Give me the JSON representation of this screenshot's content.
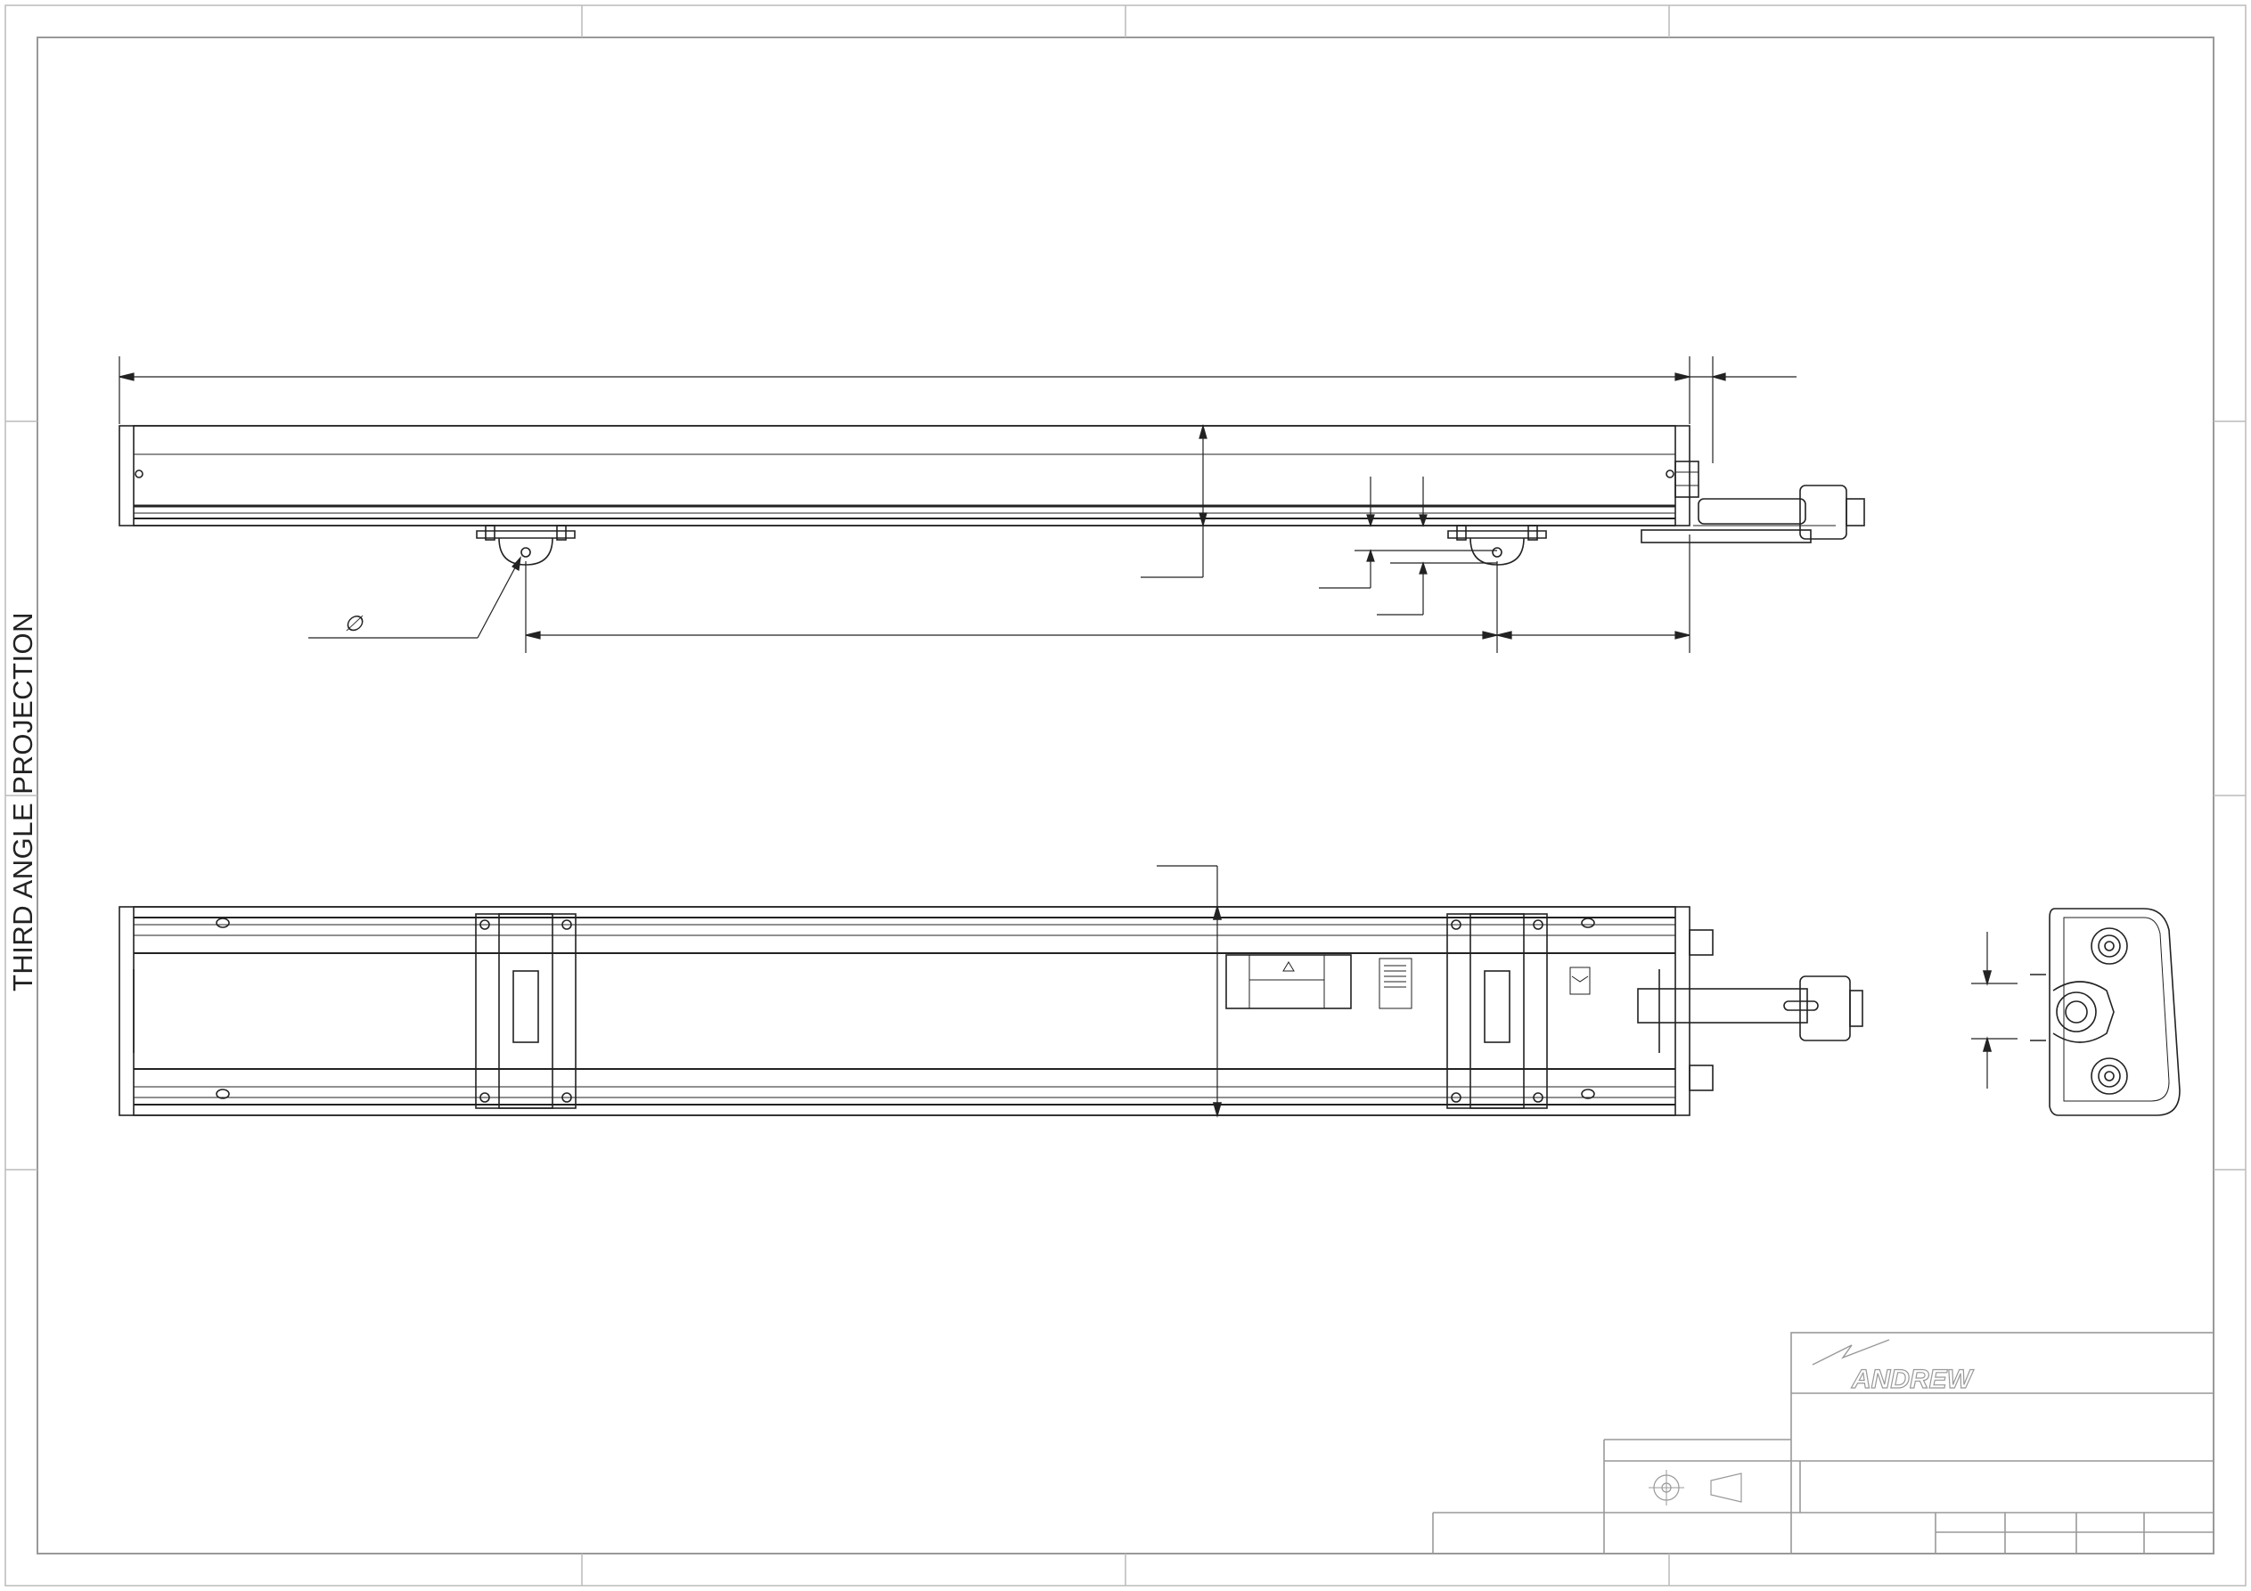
{
  "projection_label": "THIRD ANGLE PROJECTION",
  "diameter_symbol": "∅",
  "title_block": {
    "logo_text": "ANDREW",
    "logo_mark": "lightning-bolt-logo"
  },
  "colors": {
    "line": "#222222",
    "sheet_border": "#bbbbbb"
  }
}
